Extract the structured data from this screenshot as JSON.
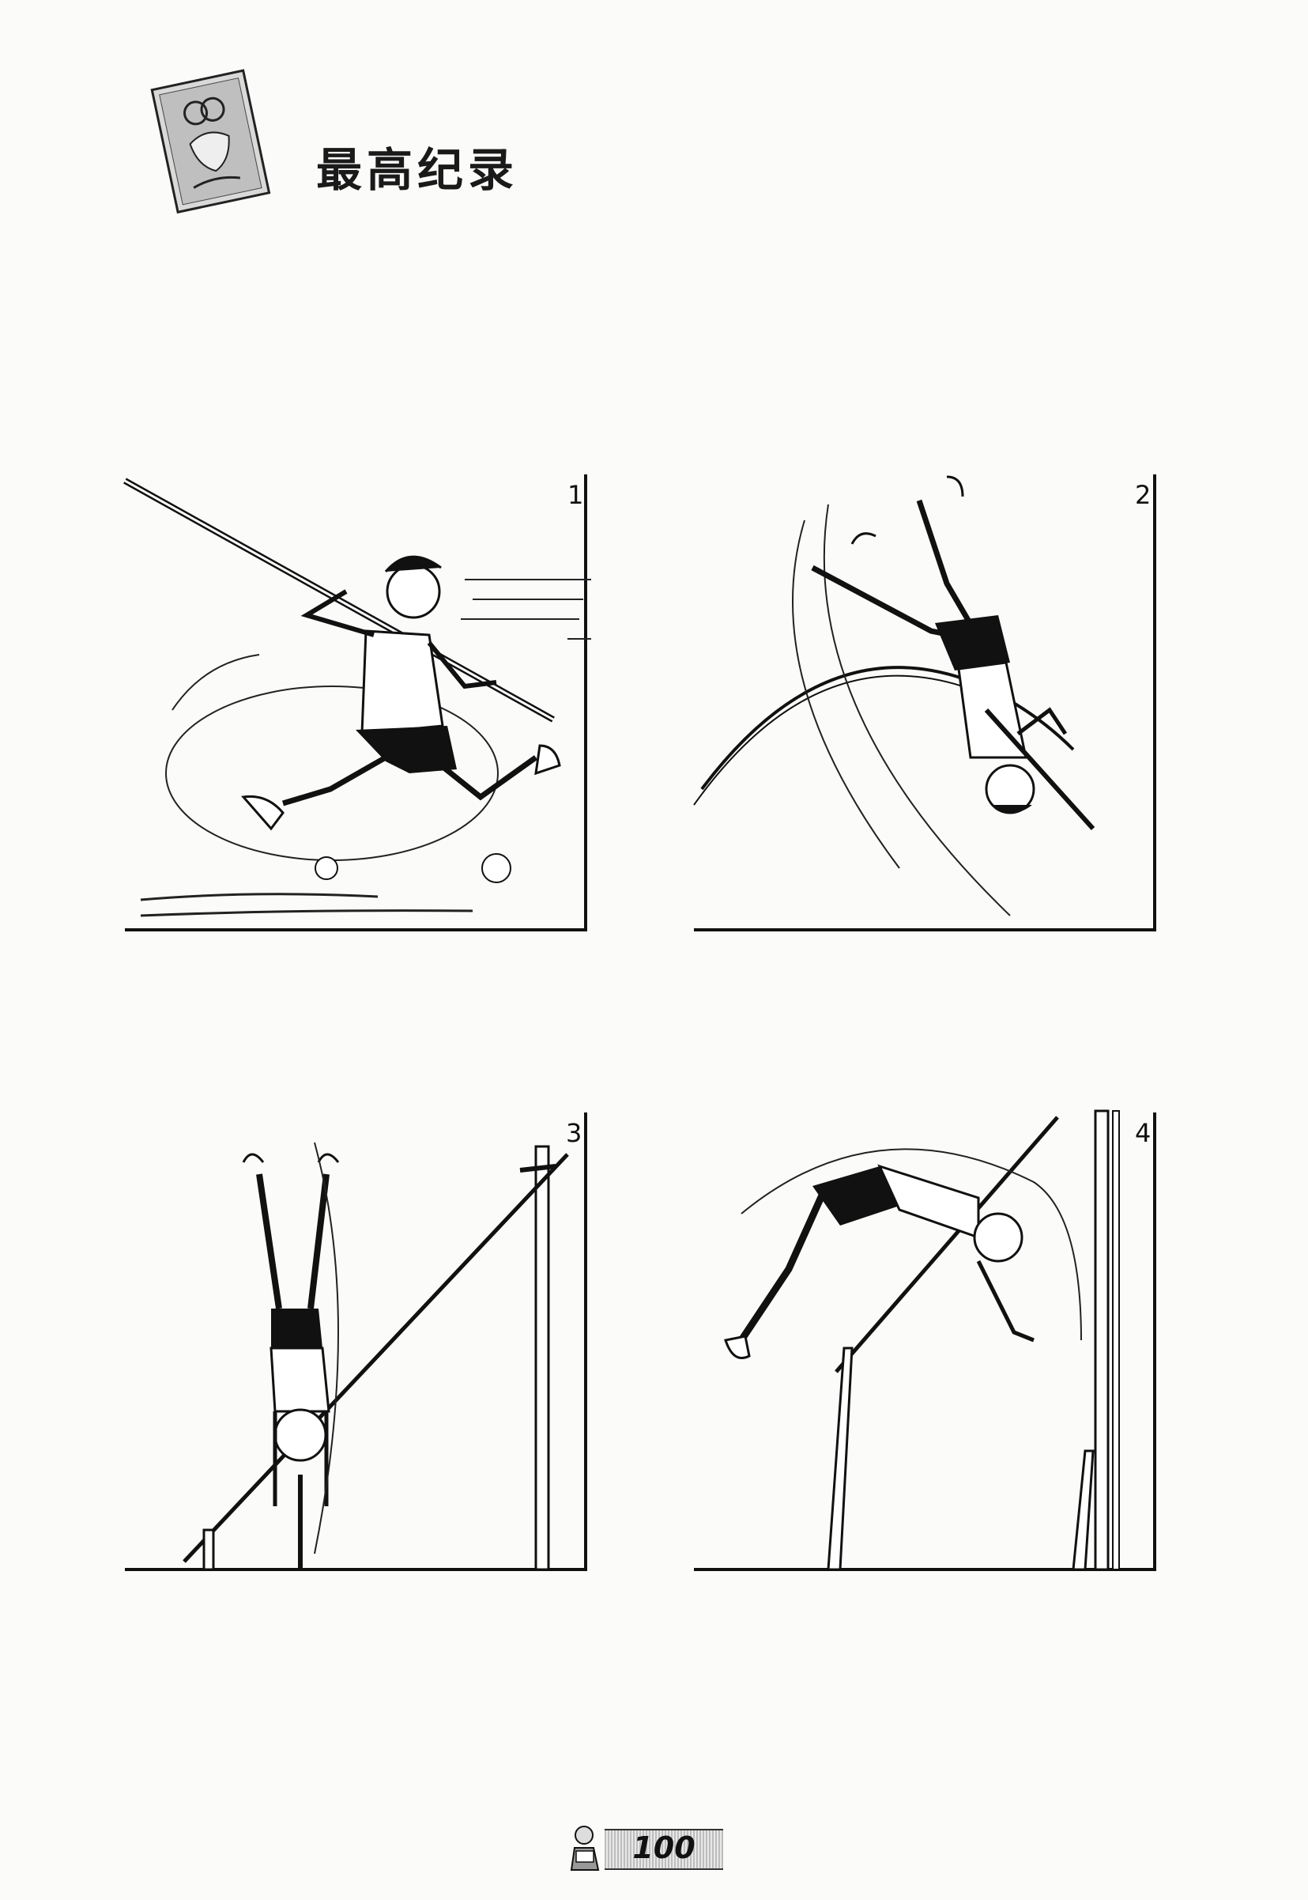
{
  "header": {
    "title": "最高纪录",
    "icon": "note-card-icon"
  },
  "panels": [
    {
      "number": "1",
      "scene": "pole-vault-run-up"
    },
    {
      "number": "2",
      "scene": "pole-vault-swing-inverted"
    },
    {
      "number": "3",
      "scene": "pole-vault-vertical-inverted"
    },
    {
      "number": "4",
      "scene": "pole-vault-over-bar"
    }
  ],
  "footer": {
    "page_number": "100"
  },
  "colors": {
    "ink": "#111111",
    "paper": "#fbfbf9",
    "strip": "#c8c8c8"
  }
}
